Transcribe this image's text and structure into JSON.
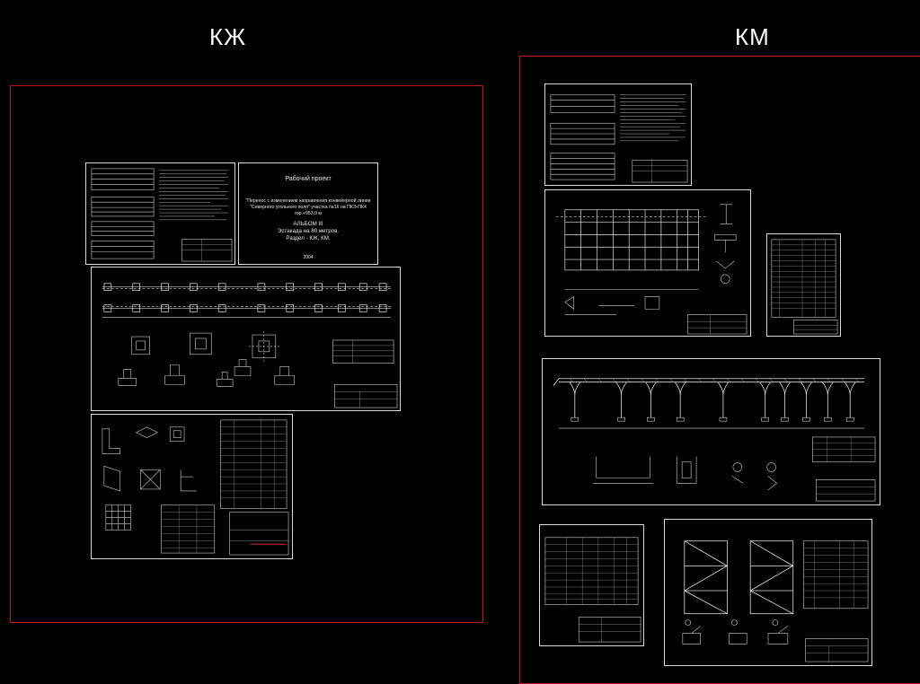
{
  "sections": {
    "left_label": "КЖ",
    "right_label": "КМ"
  },
  "title_sheet": {
    "line1": "Рабочий проект",
    "line2": "\"Перенос с изменением направления конвейерной линии",
    "line3": "\"Северного угольного поля\" участка №16 на ПКЭ-ПК4",
    "line4": "гор.+953,0 м",
    "line5": "АЛЬБОМ III",
    "line6": "Эстакада на 80 метров.",
    "line7": "Раздел - КЖ, КМ.",
    "year": "2004"
  },
  "colors": {
    "background": "#000000",
    "frame": "#c0121a",
    "lines": "#dcdcdc",
    "highlight_red": "#ff3030"
  }
}
